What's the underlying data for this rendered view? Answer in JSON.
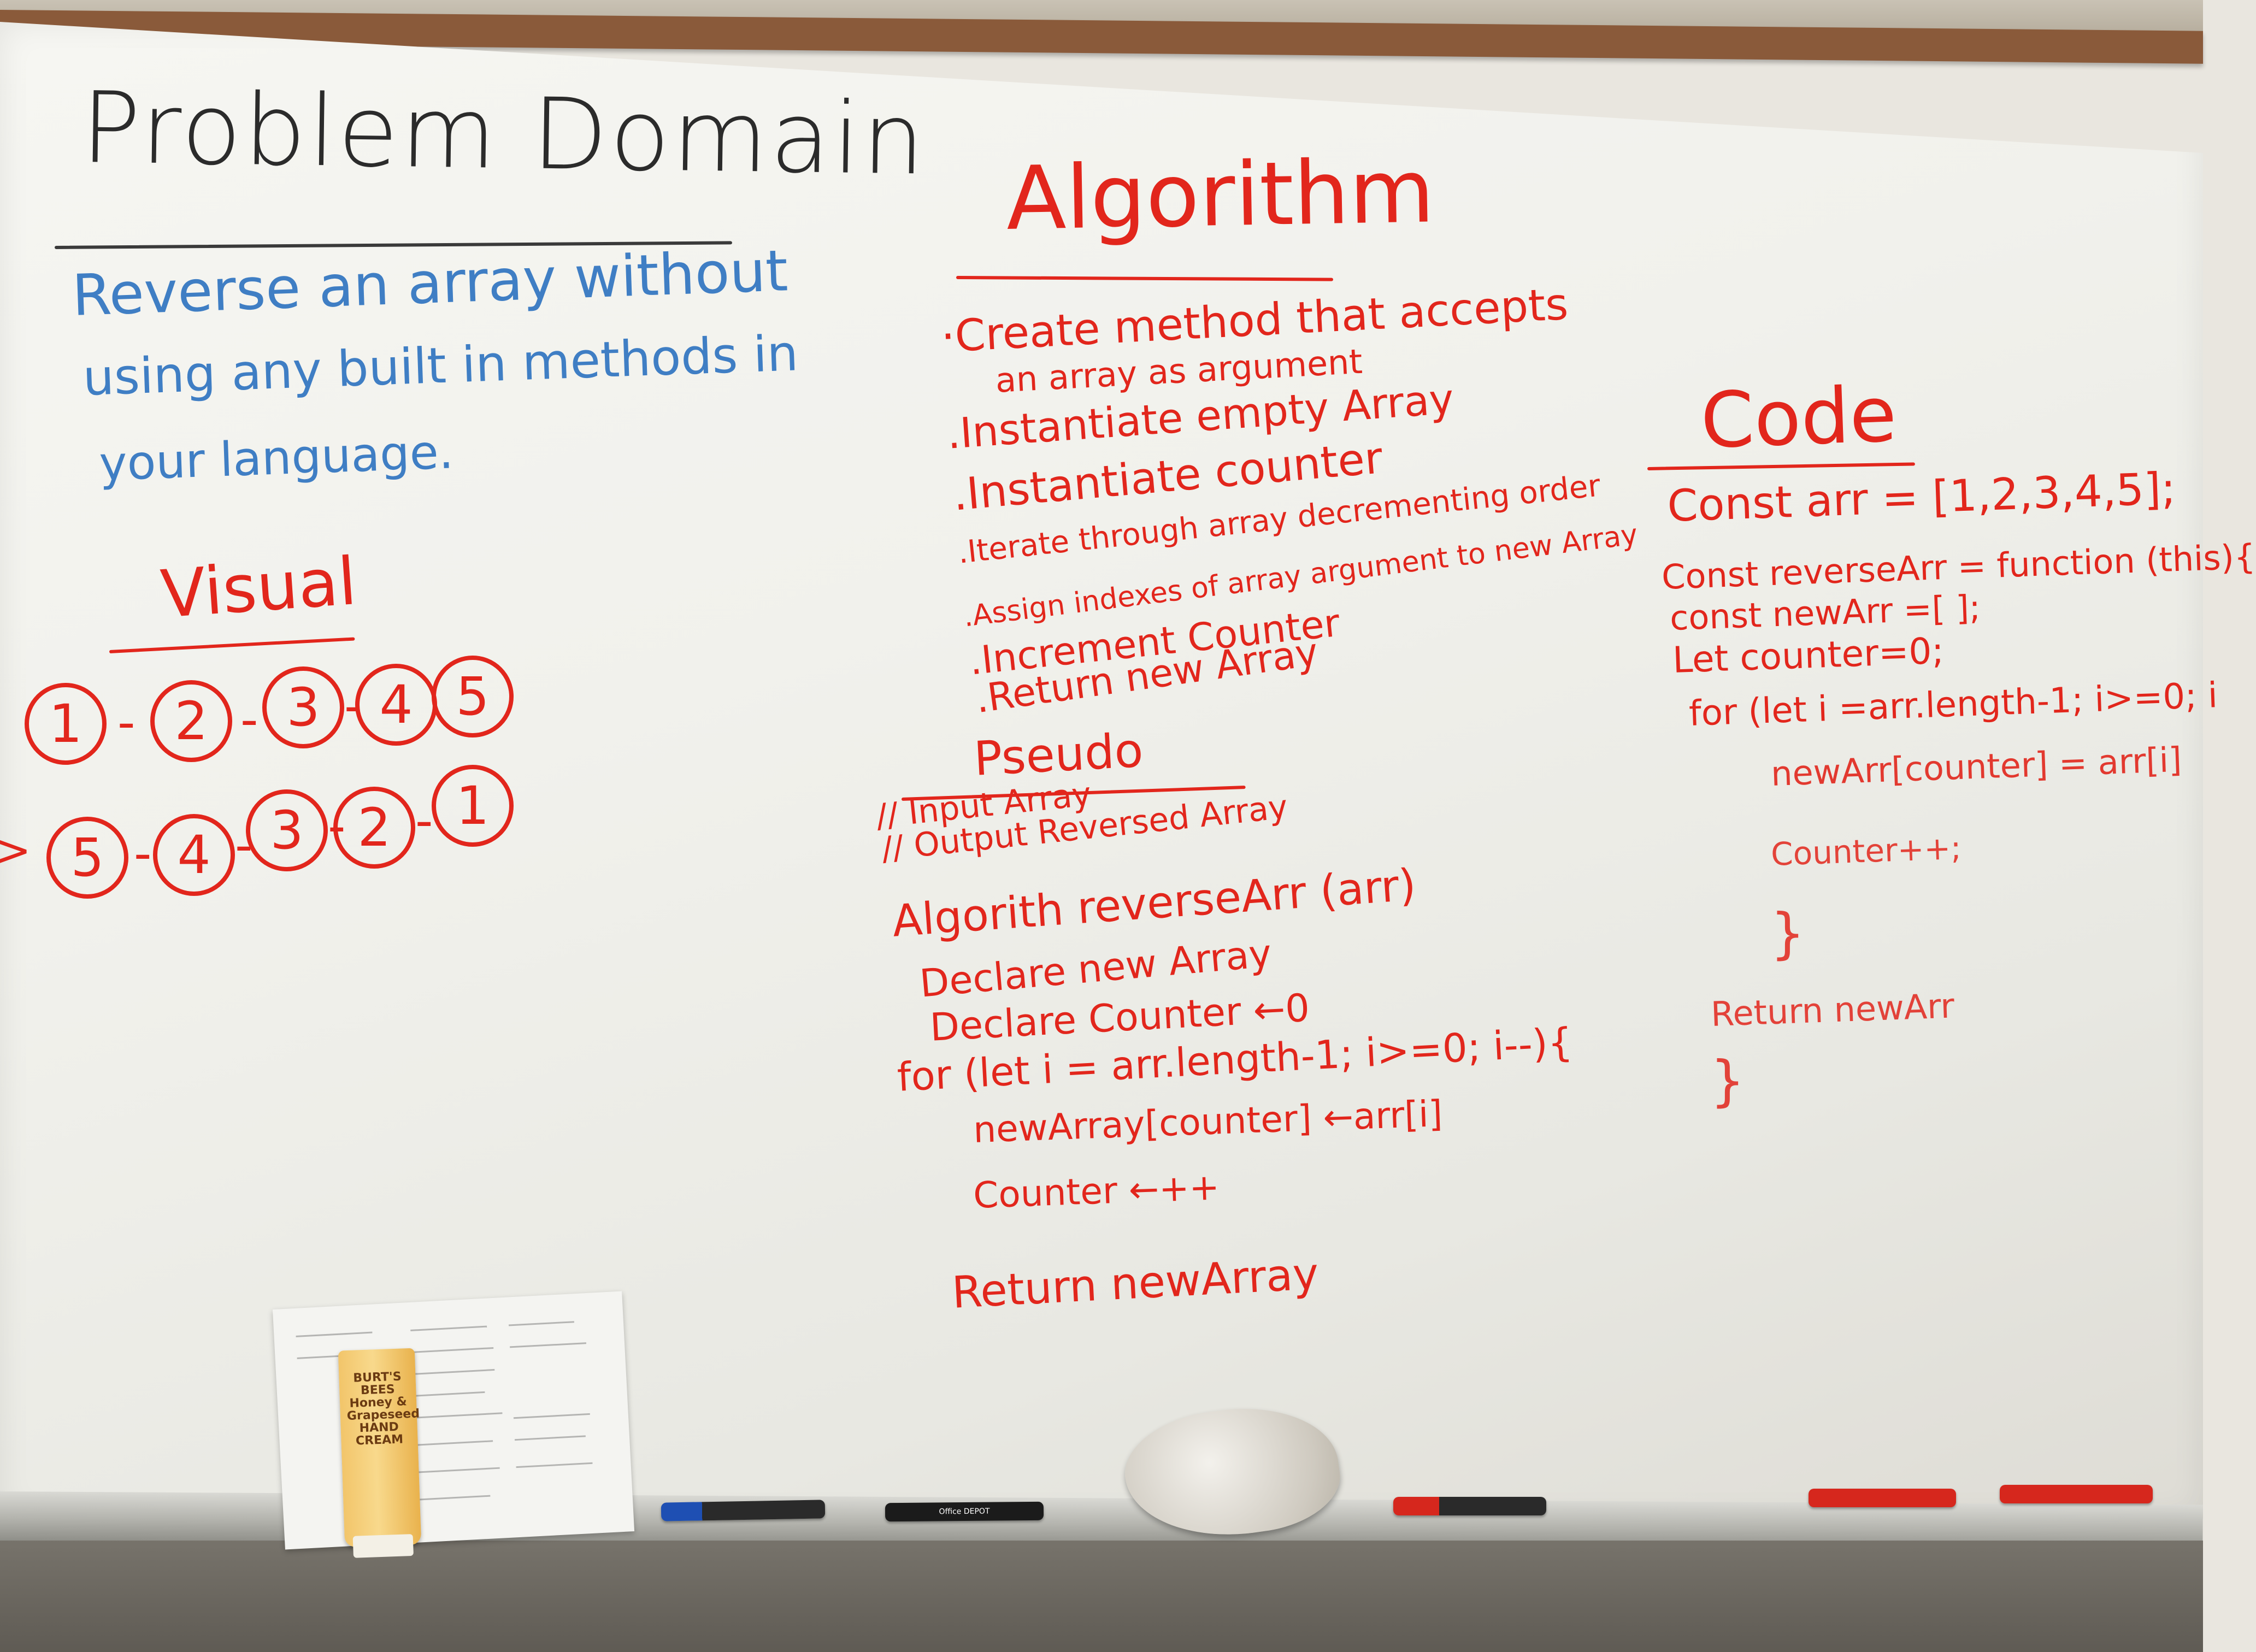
{
  "problem_domain": {
    "title": "Problem Domain",
    "description_lines": [
      "Reverse an array without",
      "using any built in methods in",
      "your language."
    ]
  },
  "visual": {
    "title": "Visual",
    "row1": [
      "1",
      "2",
      "3",
      "4",
      "5"
    ],
    "row2": [
      "5",
      "4",
      "3",
      "2",
      "1"
    ],
    "arrow": ">"
  },
  "algorithm": {
    "title": "Algorithm",
    "steps": [
      "·Create method that accepts",
      "an array as argument",
      ".Instantiate empty Array",
      ".Instantiate counter",
      ".Iterate through array decrementing order",
      ".Assign indexes of array argument to new Array",
      ".Increment Counter",
      ".Return new Array"
    ]
  },
  "pseudo": {
    "title": "Pseudo",
    "lines": [
      "// Input Array",
      "// Output Reversed Array",
      "Algorith reverseArr (arr)",
      "Declare new Array",
      "Declare Counter ←0",
      "for (let i = arr.length-1; i>=0; i--){",
      "newArray[counter] ←arr[i]",
      "Counter ←++",
      "Return newArray"
    ]
  },
  "code": {
    "title": "Code",
    "lines": [
      "Const arr = [1,2,3,4,5];",
      "Const reverseArr = function (this){",
      "const newArr =[ ];",
      "Let counter=0;",
      "for (let i =arr.length-1; i>=0; i",
      "newArr[counter] = arr[i]",
      "Counter++;",
      "}",
      "Return newArr",
      "}"
    ]
  },
  "tray_items": {
    "cream_label": "BURT'S BEES Honey & Grapeseed HAND CREAM",
    "marker_label": "Office DEPOT"
  },
  "colors": {
    "black_marker": "#2b2b2b",
    "blue_marker": "#3f7ec4",
    "red_marker": "#e2261c",
    "board": "#f3f3ef",
    "cork": "#8a5a3a"
  }
}
